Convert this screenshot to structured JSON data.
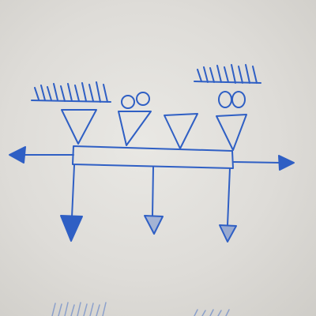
{
  "diagram": {
    "ink_color": "#2f5fc4",
    "paper_color": "#dedcd8",
    "labels": [],
    "elements": {
      "beam": "beam",
      "supports": [
        "fixed-support-left",
        "roller-support",
        "pin-support",
        "fixed-support-right"
      ],
      "horizontal_arrows": [
        "left-arrow",
        "right-arrow"
      ],
      "downward_arrows": [
        "reaction-arrow-left",
        "reaction-arrow-middle",
        "reaction-arrow-right"
      ]
    }
  }
}
